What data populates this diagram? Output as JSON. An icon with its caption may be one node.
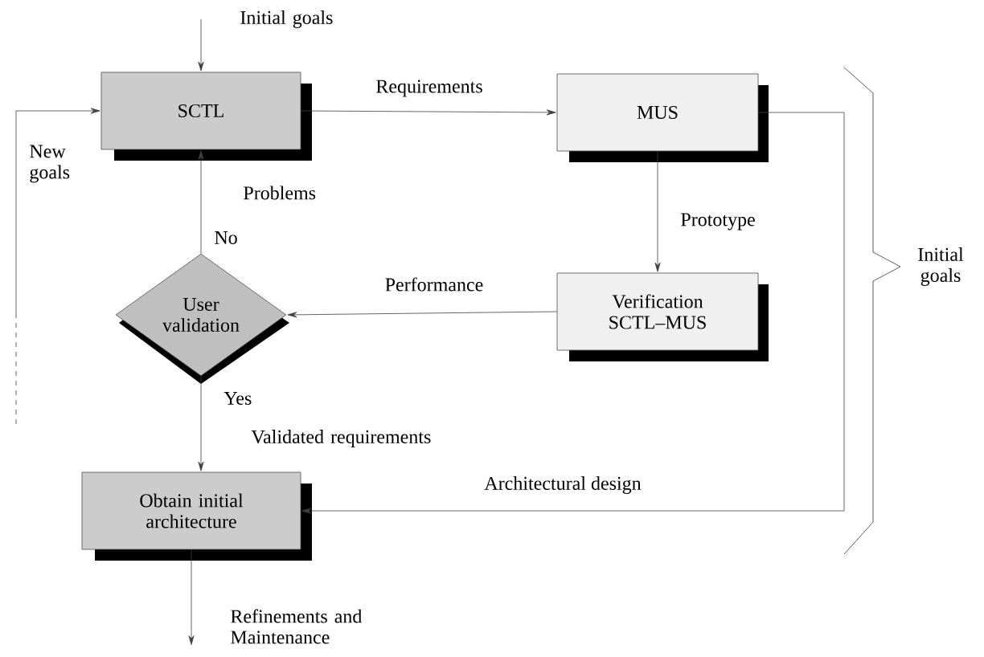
{
  "diagram": {
    "nodes": [
      {
        "text": [
          "SCTL"
        ]
      },
      {
        "text": [
          "MUS"
        ]
      },
      {
        "text": [
          "Verification SCTL–MUS"
        ]
      },
      {
        "text": [
          "User validation"
        ]
      },
      {
        "text": [
          "Obtain initial architecture"
        ]
      }
    ],
    "edges": [
      {
        "from": null,
        "to": 0,
        "arrow": "to",
        "label": "Initial goals"
      },
      {
        "from": 0,
        "to": 1,
        "arrow": "to",
        "label": "Requirements"
      },
      {
        "from": 1,
        "to": 2,
        "arrow": "to",
        "label": "Prototype"
      },
      {
        "from": 2,
        "to": 3,
        "arrow": "to",
        "label": "Performance"
      },
      {
        "from": 3,
        "to": 0,
        "arrow": "to",
        "label": "Problems"
      },
      {
        "from": 3,
        "to": 4,
        "arrow": "to",
        "label": "Validated requirements"
      },
      {
        "from": 1,
        "to": 4,
        "arrow": "to",
        "label": "Architectural design"
      },
      {
        "from": 4,
        "to": null,
        "arrow": "to",
        "label": "Refinements and Maintenance"
      },
      {
        "from": null,
        "to": 0,
        "arrow": "to",
        "label": "New goals"
      }
    ],
    "labels": [
      "No",
      "Yes",
      "Initial goals"
    ]
  }
}
